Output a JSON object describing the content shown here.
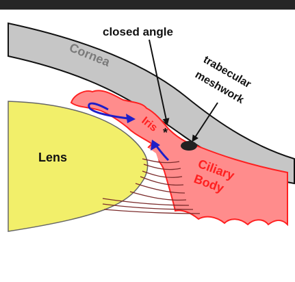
{
  "labels": {
    "closed_angle": "closed angle",
    "cornea": "Cornea",
    "trabecular": "trabecular",
    "meshwork": "meshwork",
    "asterisk": "*",
    "iris": "Iris",
    "lens": "Lens",
    "ciliary": "Ciliary",
    "body": "Body"
  },
  "colors": {
    "cornea_fill": "#c6c6c6",
    "iris_fill": "#ff8c8c",
    "iris_text": "#ff2020",
    "lens_fill": "#f2ef6a",
    "flow_arrow": "#1e1ec8",
    "top_bar": "#262626",
    "outline": "#111111",
    "meshwork_fill": "#222222"
  }
}
